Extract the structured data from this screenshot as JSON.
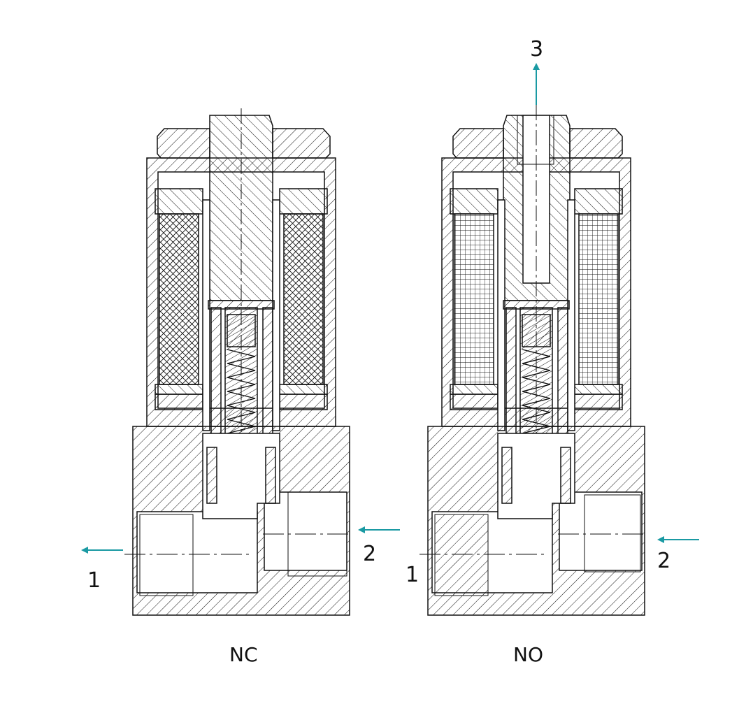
{
  "diagram": {
    "left_valve": {
      "caption": "NC",
      "port_out": "1",
      "port_in": "2"
    },
    "right_valve": {
      "caption": "NO",
      "port_out": "1",
      "port_in": "2",
      "port_exhaust": "3"
    }
  },
  "colors": {
    "arrow": "#1a9aa3",
    "line": "#111111",
    "background": "#ffffff"
  }
}
